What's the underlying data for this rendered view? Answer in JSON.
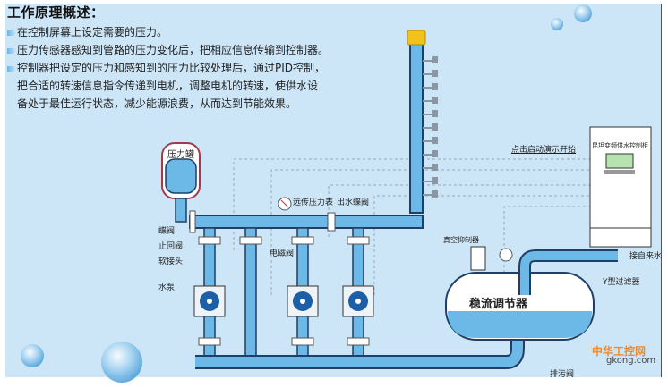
{
  "heading": "工作原理概述：",
  "principles": [
    "在控制屏幕上设定需要的压力。",
    "压力传感器感知到管路的压力变化后，把相应信息传输到控制器。",
    "控制器把设定的压力和感知到的压力比较处理后，通过PID控制，"
  ],
  "principle_continuation": [
    "把合适的转速信息指令传递到电机，调整电机的转速，使供水设",
    "备处于最佳运行状态，减少能源浪费，从而达到节能效果。"
  ],
  "labels": {
    "pressure_tank": "压力罐",
    "remote_gauge": "远传压力表",
    "outlet_valve": "出水蝶阀",
    "butterfly_valve": "蝶阀",
    "check_valve": "止回阀",
    "soft_joint": "软接头",
    "pump": "水泵",
    "solenoid_valve": "电磁阀",
    "vacuum_suppressor": "真空抑制器",
    "stabilizer": "稳流调节器",
    "y_filter": "Y型过滤器",
    "inlet": "接自来水",
    "drain_valve": "排污阀",
    "cabinet_title": "昆坦变频供水控制柜",
    "demo_link": "点击启动演示开始"
  },
  "watermark": {
    "cn": "中华工控网",
    "url": "gkong.com"
  },
  "colors": {
    "background": "#cde6f7",
    "water": "#6cb8e6",
    "pipe_outline": "#1f3f66",
    "pump_fan": "#1c5fa6",
    "tank_outline": "#a5394b",
    "cabinet": "#ffffff",
    "header_cap": "#f2c21a"
  }
}
